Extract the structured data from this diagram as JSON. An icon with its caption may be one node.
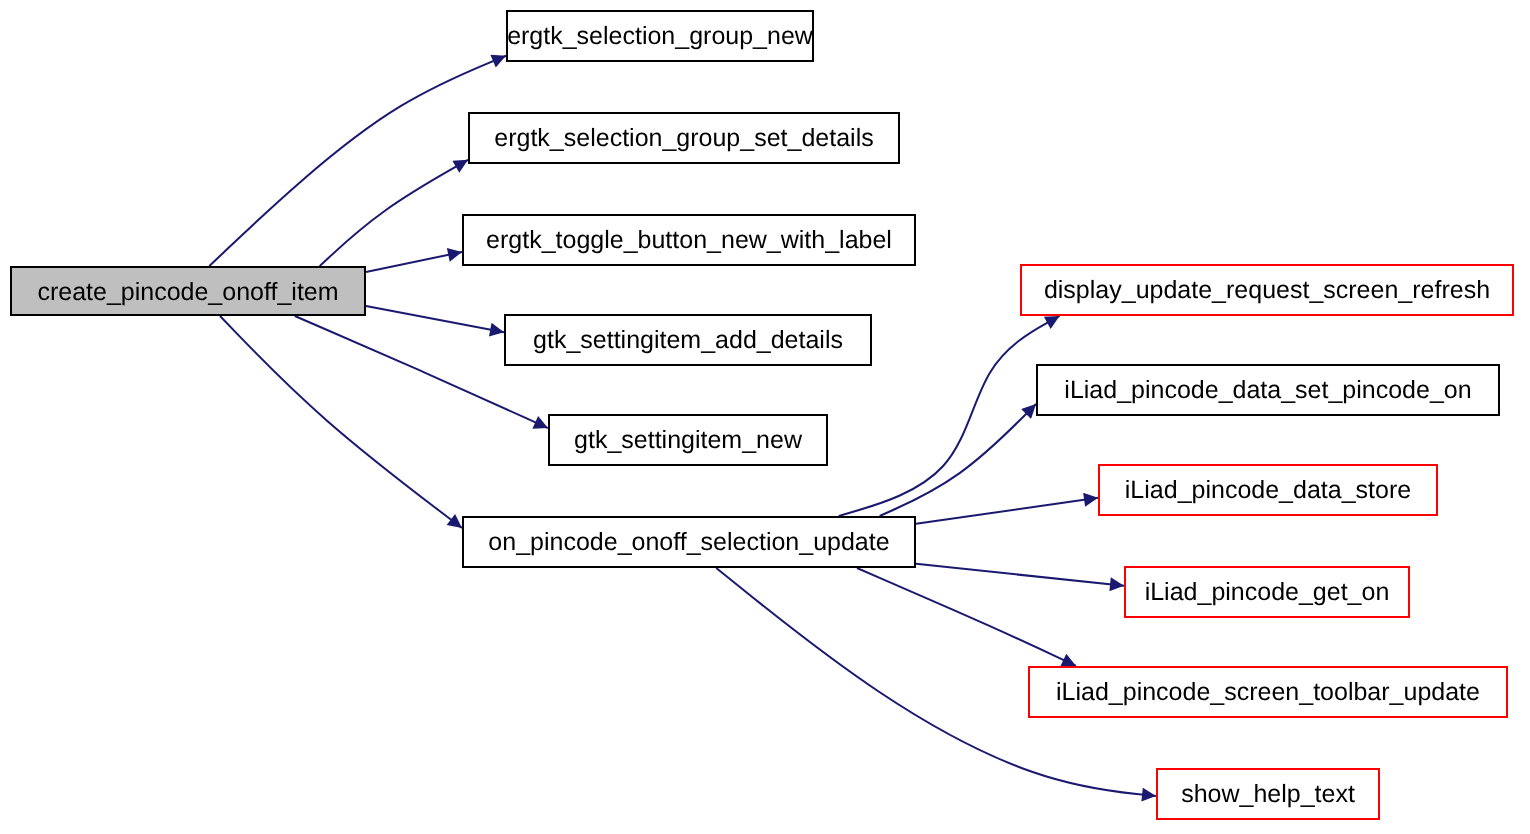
{
  "diagram": {
    "nodes": [
      {
        "text": [
          "create_pincode_onoff_item"
        ]
      },
      {
        "text": [
          "ergtk_selection_group_new"
        ]
      },
      {
        "text": [
          "ergtk_selection_group_set_details"
        ]
      },
      {
        "text": [
          "ergtk_toggle_button_new_with_label"
        ]
      },
      {
        "text": [
          "gtk_settingitem_add_details"
        ]
      },
      {
        "text": [
          "gtk_settingitem_new"
        ]
      },
      {
        "text": [
          "on_pincode_onoff_selection_update"
        ]
      },
      {
        "text": [
          "display_update_request_screen_refresh"
        ]
      },
      {
        "text": [
          "iLiad_pincode_data_set_pincode_on"
        ]
      },
      {
        "text": [
          "iLiad_pincode_data_store"
        ]
      },
      {
        "text": [
          "iLiad_pincode_get_on"
        ]
      },
      {
        "text": [
          "iLiad_pincode_screen_toolbar_update"
        ]
      },
      {
        "text": [
          "show_help_text"
        ]
      }
    ],
    "edges": [
      {
        "from": 0,
        "to": 1,
        "arrow": "to"
      },
      {
        "from": 0,
        "to": 2,
        "arrow": "to"
      },
      {
        "from": 0,
        "to": 3,
        "arrow": "to"
      },
      {
        "from": 0,
        "to": 4,
        "arrow": "to"
      },
      {
        "from": 0,
        "to": 5,
        "arrow": "to"
      },
      {
        "from": 0,
        "to": 6,
        "arrow": "to"
      },
      {
        "from": 6,
        "to": 7,
        "arrow": "to"
      },
      {
        "from": 6,
        "to": 8,
        "arrow": "to"
      },
      {
        "from": 6,
        "to": 9,
        "arrow": "to"
      },
      {
        "from": 6,
        "to": 10,
        "arrow": "to"
      },
      {
        "from": 6,
        "to": 11,
        "arrow": "to"
      },
      {
        "from": 6,
        "to": 12,
        "arrow": "to"
      }
    ]
  }
}
